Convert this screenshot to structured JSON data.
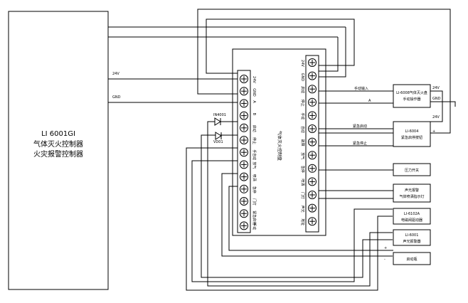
{
  "controller": {
    "model": "LI 6001GI",
    "line1": "气体灭火控制器",
    "line2": "火灾报警控制器",
    "term_24v": "24V",
    "term_gnd": "GND"
  },
  "center_label": "气体灭火控制盘",
  "left_terms": [
    "24V",
    "GND",
    "A",
    "B",
    "启动",
    "停止",
    "手自动",
    "放气",
    "喷洒",
    "急停",
    "门灯",
    "紧急启停",
    "手动"
  ],
  "right_terms": [
    "24V",
    "GND",
    "启动",
    "停止",
    "手动",
    "自动",
    "故障",
    "放气",
    "急停",
    "喷洒",
    "门灯",
    "声光",
    "地址"
  ],
  "diodes": {
    "d1": "IN4001",
    "d2": "VD01"
  },
  "devices": {
    "dev1": "LI-6008气体灭火盘",
    "dev1_sub": "手动操作器",
    "dev2": "LI-6004",
    "dev2_sub": "紧急启停按钮",
    "dev3": "压力开关",
    "dev4": "声光报警",
    "dev4_sub": "气体喷洒指示灯",
    "dev5": "LI-6102A",
    "dev5_sub": "电磁阀驱动器",
    "dev6": "LI-6001",
    "dev6_sub": "声光报警器",
    "dev7": "启动瓶"
  },
  "wire_labels": {
    "manual_in": "手动输入",
    "a": "A",
    "emergency": "紧急启动",
    "stop": "紧急停止",
    "out_24v": "24V",
    "gnd": "GND",
    "out2_24v": "24V",
    "plus": "+",
    "plus2": "+",
    "minus": "-"
  }
}
